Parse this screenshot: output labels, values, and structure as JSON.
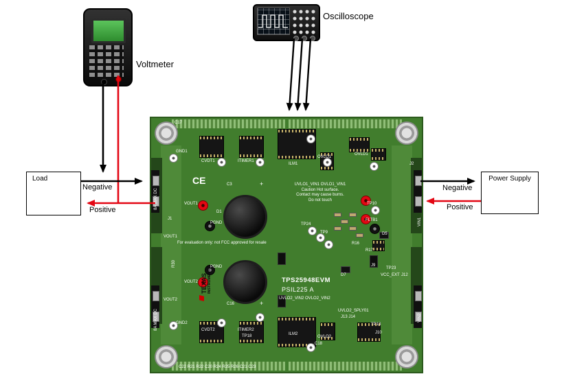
{
  "diagram": {
    "voltmeter_label": "Voltmeter",
    "oscilloscope_label": "Oscilloscope",
    "load_label": "Load",
    "power_supply_label": "Power Supply",
    "left_negative": "Negative",
    "left_positive": "Positive",
    "right_negative": "Negative",
    "right_positive": "Positive"
  },
  "colors": {
    "negative_wire": "#000000",
    "positive_wire": "#e30613",
    "board_green": "#417d2d"
  },
  "board": {
    "part_number": "TPS25948EVM",
    "revision": "PSIL225 A",
    "silkscreen": {
      "ce_mark": "CE",
      "eval_notice": "For evaluation only: not FCC approved for resale",
      "ti_line1": "TEXAS",
      "ti_line2": "INSTRUMENTS",
      "max_dc_top": "8A MAX DC",
      "max_dc_bottom": "8A MAX DC",
      "caution_line1": "UVLO1_VIN1 OVLO1_VIN1",
      "caution_line2": "Caution Hot surface.",
      "caution_line3": "Contact may cause burns.",
      "caution_line4": "Do not touch",
      "uvlo2_row": "UVLO2_VIN2 OVLO2_VIN2",
      "uvlo2_sply": "UVLO2_SPLY01",
      "j13_j14": "J13 J14",
      "c17": "C17",
      "gnd1": "GND1",
      "cvdt1": "CVDT1",
      "itimer1": "ITIMER1",
      "ilm1": "ILM1",
      "ovlo1": "OVLO1",
      "ovld1": "OVLD1",
      "c3": "C3",
      "c3_polarity": "+",
      "vout1_tp": "VOUT1",
      "pgnd1": "PGND",
      "d1": "D1",
      "vout1_edge": "VOUT1",
      "vout2_edge": "VOUT2",
      "r30": "R30",
      "j1": "J1",
      "j2": "J2",
      "tp10": "TP10",
      "fltb1": "FLTB1",
      "tp24": "TP24",
      "tp9": "TP9",
      "r16": "R16",
      "r17": "R17",
      "d5": "D5",
      "j9": "J9",
      "d7": "D7",
      "tp23": "TP23",
      "vcc_ext": "VCC_EXT",
      "j12": "J12",
      "c16": "C16",
      "c16_polarity": "+",
      "vout2_tp": "VOUT2",
      "pgnd2": "PGND",
      "gnd2": "GND2",
      "cvdt2": "CVDT2",
      "itimer2": "ITIMER2",
      "tp18": "TP18",
      "ilm2": "ILM2",
      "ovlo2": "OVLO2",
      "c18": "C18",
      "tp13": "TP13",
      "j10": "J10",
      "vin1": "VIN1",
      "vin2": "VIN2",
      "bottom_refdes": "C22 R21 R22  C20  R24 R25 R26  C21 C23"
    }
  }
}
